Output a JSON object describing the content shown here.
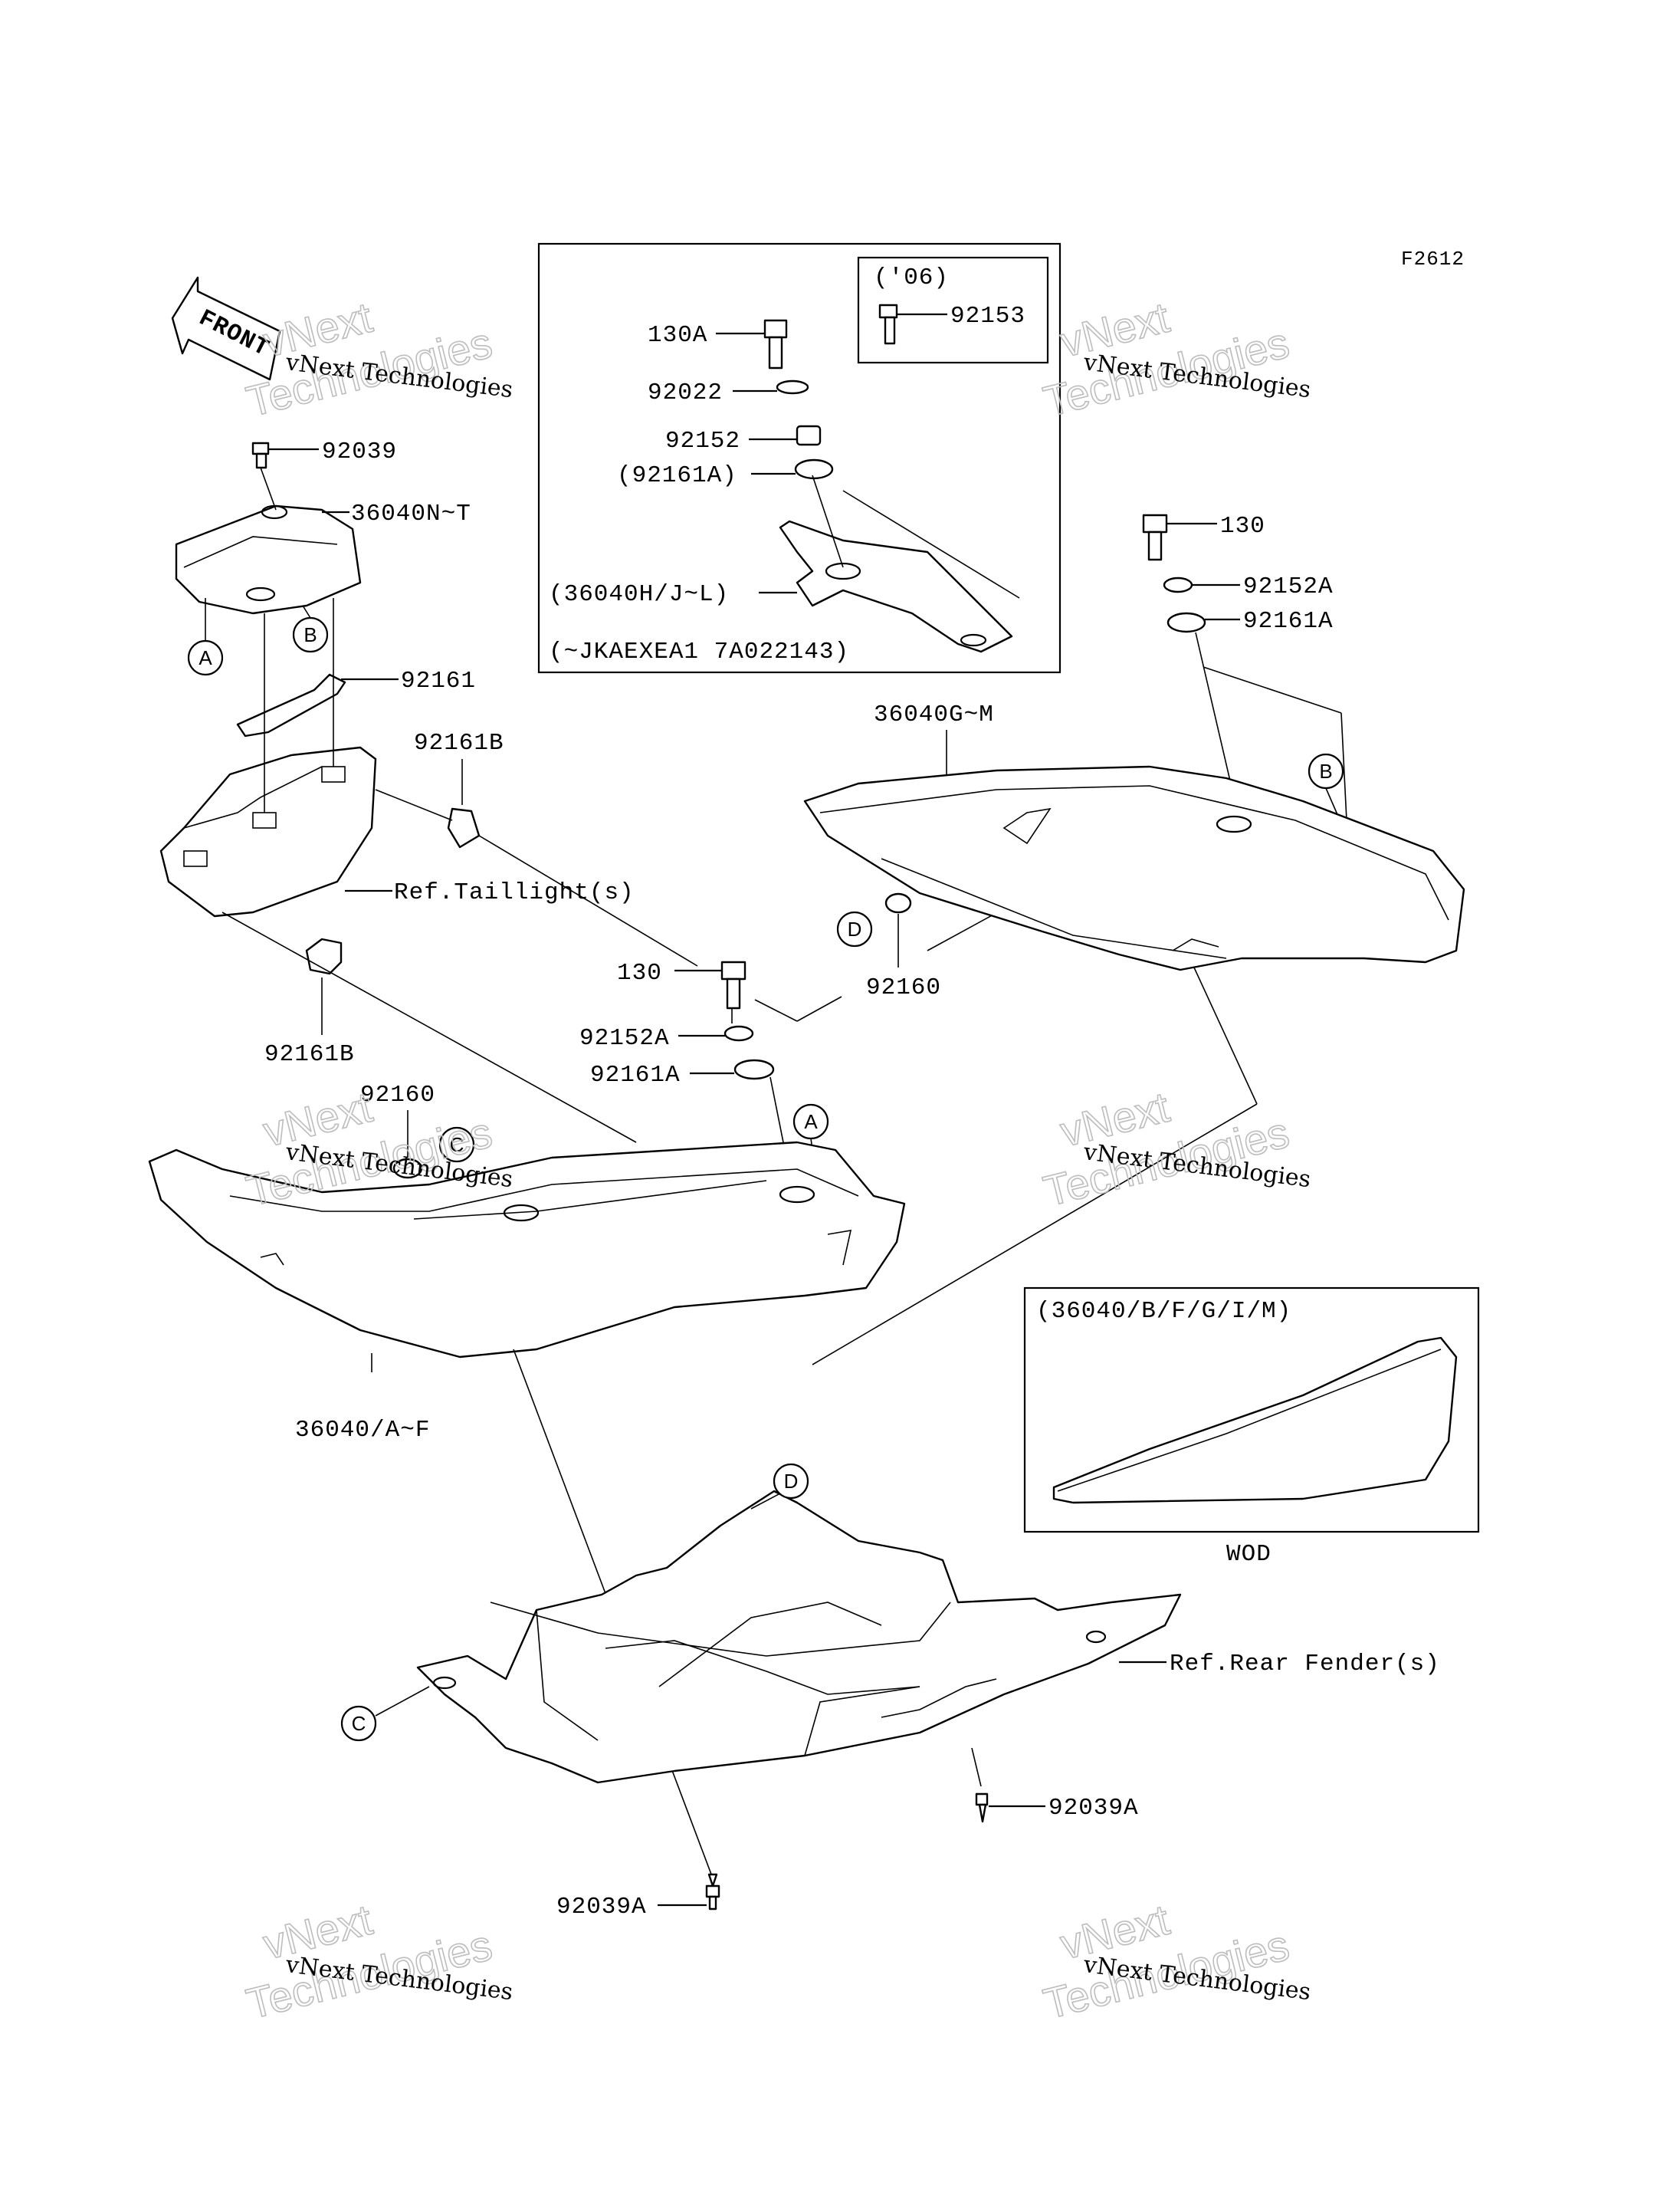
{
  "figure_code": "F2612",
  "front_label": "FRONT",
  "watermark": {
    "line1": "vNext Technologies",
    "line2": "Technologies",
    "over": "vNext"
  },
  "inset_top": {
    "subbox_title": "('06)",
    "subbox_part": "92153",
    "labels": [
      "130A",
      "92022",
      "92152",
      "(92161A)",
      "(36040H/J~L)",
      "(~JKAEXEA1 7A022143)"
    ]
  },
  "inset_wod": {
    "title": "(36040/B/F/G/I/M)",
    "caption": "WOD"
  },
  "labels": {
    "p92039": "92039",
    "p36040NT": "36040N~T",
    "p92161": "92161",
    "p92161B_top": "92161B",
    "ref_taillight": "Ref.Taillight(s)",
    "p92161B_bottom": "92161B",
    "p130_mid": "130",
    "p92152A_mid": "92152A",
    "p92161A_mid": "92161A",
    "p92160_mid": "92160",
    "p92160_left": "92160",
    "p36040AF": "36040/A~F",
    "p130_right": "130",
    "p92152A_right": "92152A",
    "p92161A_right": "92161A",
    "p36040GM": "36040G~M",
    "ref_rear_fender": "Ref.Rear Fender(s)",
    "p92039A_right": "92039A",
    "p92039A_bottom": "92039A"
  },
  "callouts": {
    "A": "A",
    "B": "B",
    "C": "C",
    "D": "D"
  }
}
